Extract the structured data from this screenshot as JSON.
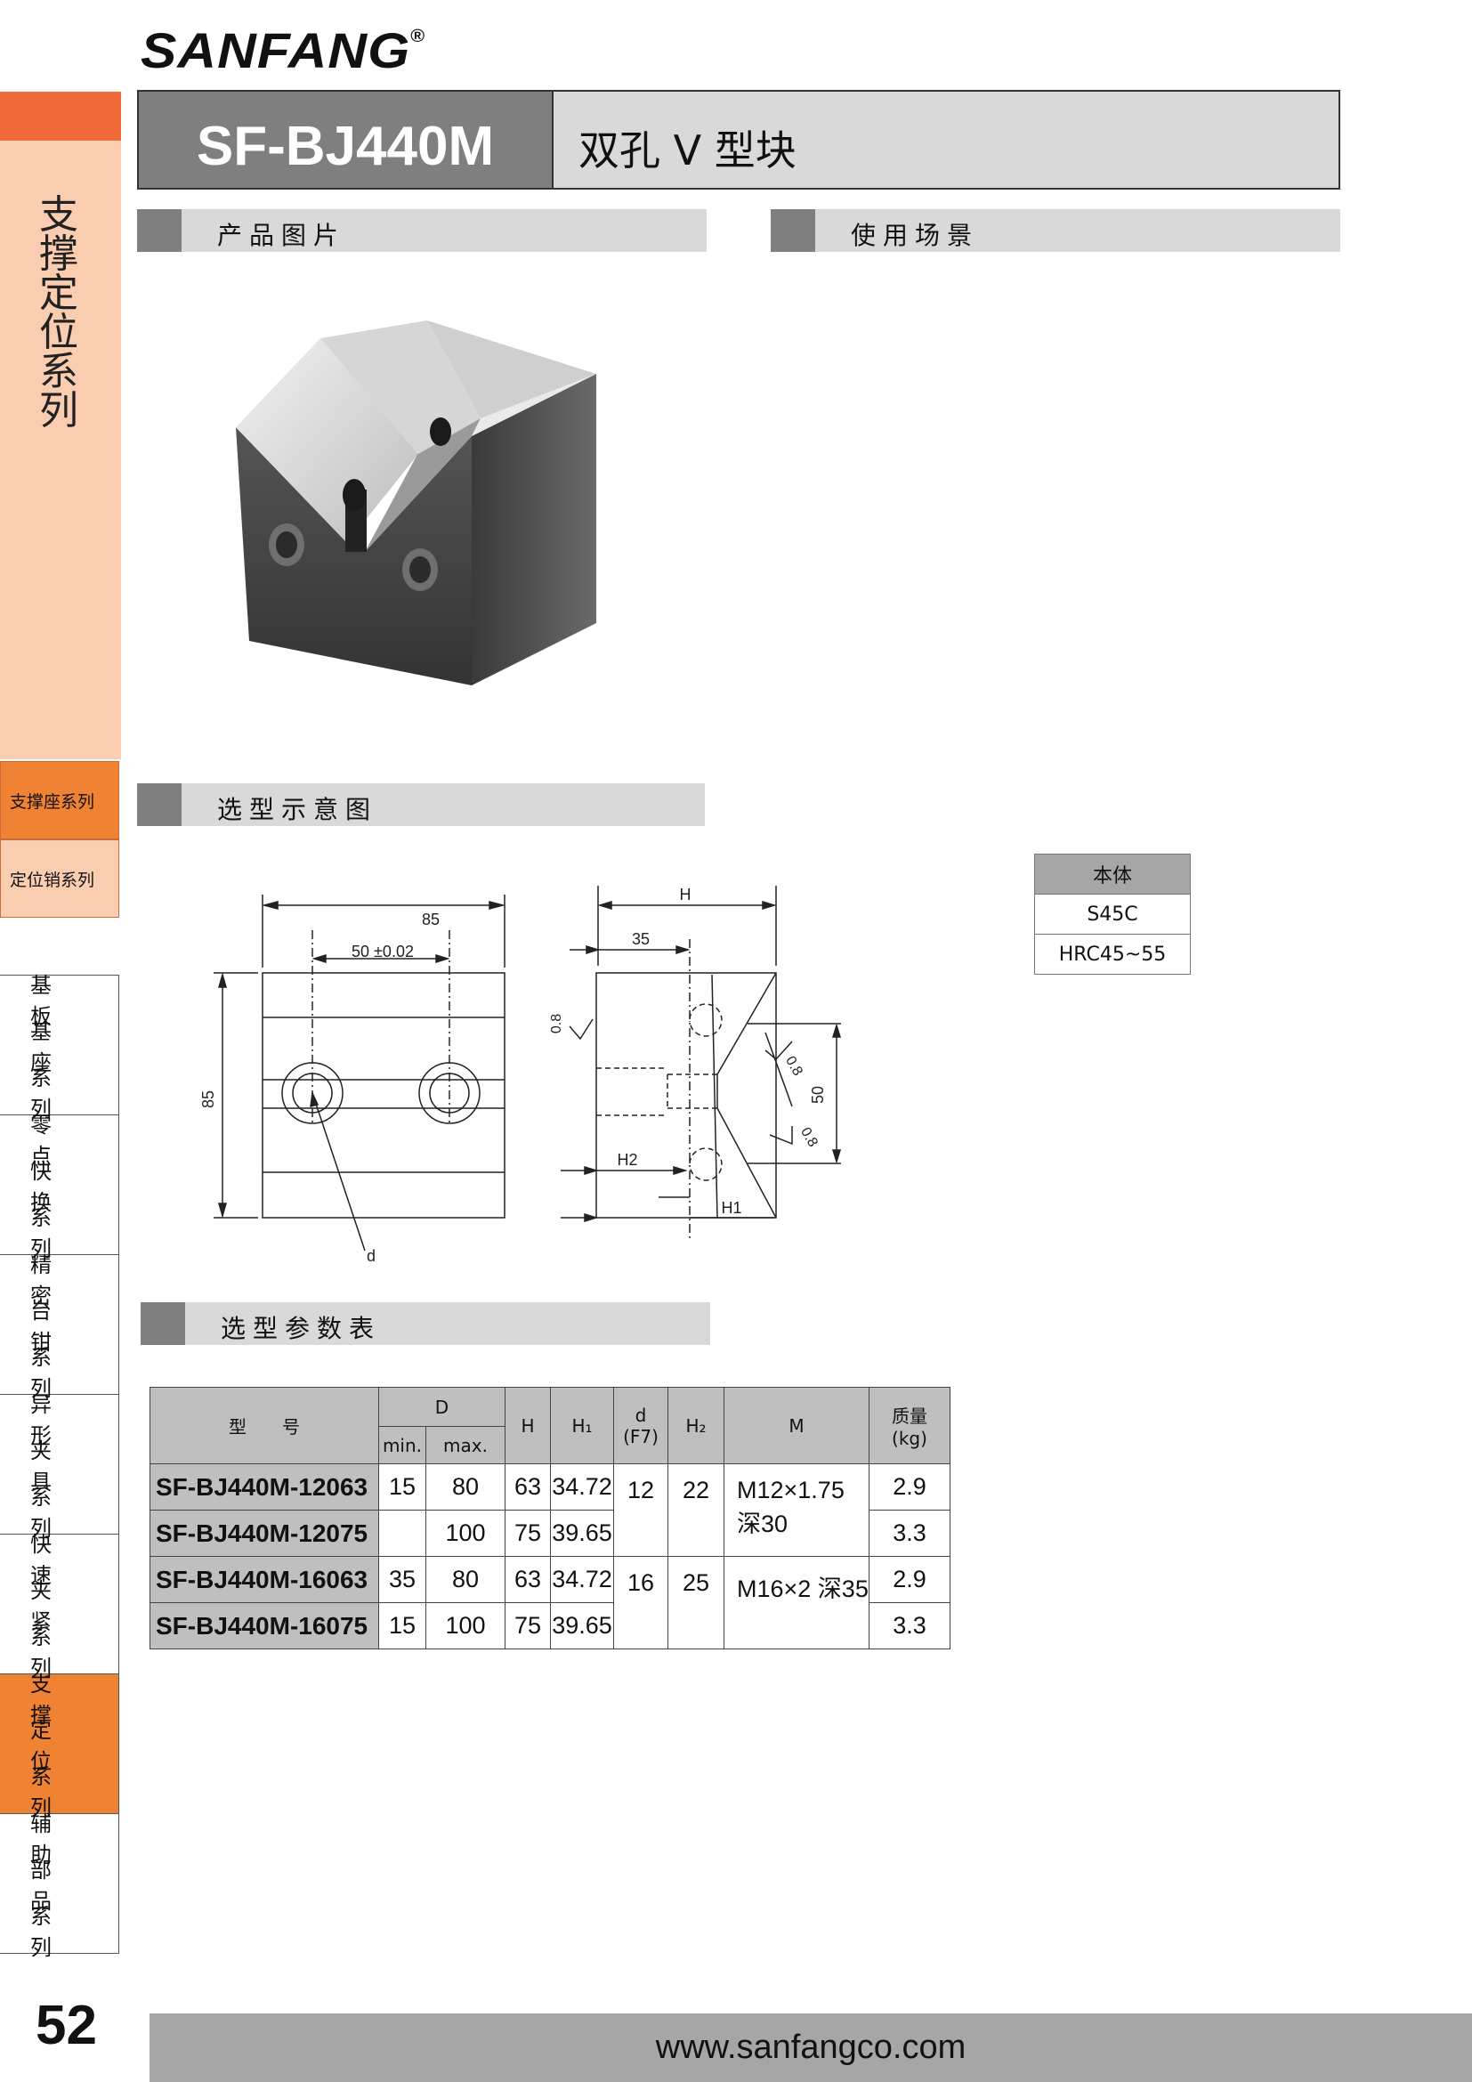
{
  "brand": {
    "logo": "SANFANG",
    "reg": "®"
  },
  "sidebar": {
    "series_title": "支撑定位系列",
    "sub_items": [
      "支撑座系列",
      "定位销系列"
    ],
    "categories": [
      [
        "基 板",
        "基 座",
        "系 列"
      ],
      [
        "零 点",
        "快 换",
        "系 列"
      ],
      [
        "精 密",
        "台 钳",
        "系 列"
      ],
      [
        "异 形",
        "夹 具",
        "系 列"
      ],
      [
        "快 速",
        "夹 紧",
        "系 列"
      ],
      [
        "支 撑",
        "定 位",
        "系 列"
      ],
      [
        "辅 助",
        "部 品",
        "系 列"
      ]
    ]
  },
  "header": {
    "code": "SF-BJ440M",
    "name": "双孔 V 型块"
  },
  "sections": {
    "photo": "产品图片",
    "usage": "使用场景",
    "schematic": "选型示意图",
    "params": "选型参数表"
  },
  "material": {
    "header": "本体",
    "material": "S45C",
    "hardness": "HRC45~55"
  },
  "drawing": {
    "dim_85_top": "85",
    "dim_50": "50 ±0.02",
    "dim_85_side": "85",
    "label_d": "d",
    "dim_H": "H",
    "dim_35": "35",
    "dim_50_right": "50",
    "label_H2": "H2",
    "label_H1": "H1",
    "rough_08_a": "0.8",
    "rough_08_b": "0.8",
    "rough_08_c": "0.8"
  },
  "table": {
    "headers": {
      "model": "型　　号",
      "D": "D",
      "D_min": "min.",
      "D_max": "max.",
      "H": "H",
      "H1": "H₁",
      "d": "d",
      "d_tol": "(F7)",
      "H2": "H₂",
      "M": "M",
      "mass": "质量",
      "mass_unit": "(kg)"
    },
    "rows": [
      {
        "model": "SF-BJ440M-12063",
        "Dmin": "15",
        "Dmax": "80",
        "H": "63",
        "H1": "34.72",
        "mass": "2.9"
      },
      {
        "model": "SF-BJ440M-12075",
        "Dmin": "",
        "Dmax": "100",
        "H": "75",
        "H1": "39.65",
        "mass": "3.3"
      },
      {
        "model": "SF-BJ440M-16063",
        "Dmin": "35",
        "Dmax": "80",
        "H": "63",
        "H1": "34.72",
        "mass": "2.9"
      },
      {
        "model": "SF-BJ440M-16075",
        "Dmin": "15",
        "Dmax": "100",
        "H": "75",
        "H1": "39.65",
        "mass": "3.3"
      }
    ],
    "groups": [
      {
        "d": "12",
        "H2": "22",
        "M": "M12×1.75 深30"
      },
      {
        "d": "16",
        "H2": "25",
        "M": "M16×2 深35"
      }
    ]
  },
  "footer": {
    "page": "52",
    "url": "www.sanfangco.com"
  },
  "colors": {
    "accent": "#f08233",
    "rail_pale": "#fbcdb0",
    "rail_top": "#f06a3a",
    "header_dark": "#7f7f7f",
    "bar": "#d9d9d9"
  }
}
